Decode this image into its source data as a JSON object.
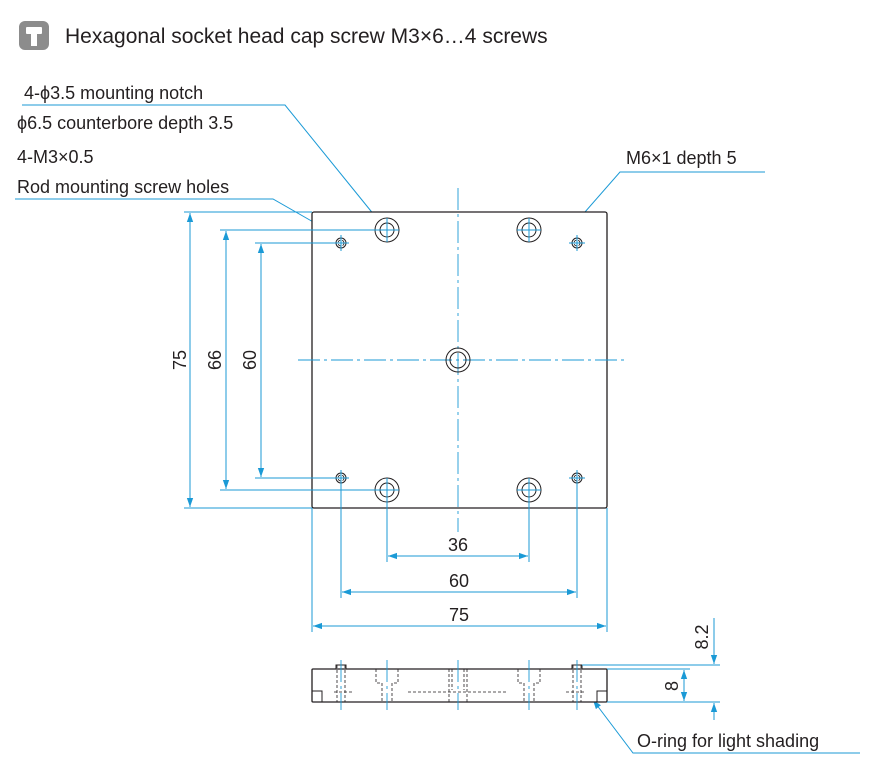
{
  "header": {
    "icon": "screw-icon",
    "title": "Hexagonal socket head cap screw M3×6…4 screws"
  },
  "callouts": {
    "mounting_notch_line1": "4-ϕ3.5 mounting notch",
    "mounting_notch_line2": "ϕ6.5 counterbore depth 3.5",
    "rod_holes_line1": "4-M3×0.5",
    "rod_holes_line2": "Rod mounting screw holes",
    "center_thread": "M6×1  depth 5",
    "oring": "O-ring for light shading"
  },
  "dimensions": {
    "height_outer": "75",
    "height_screw": "66",
    "height_notch": "60",
    "width_notch": "36",
    "width_screw": "60",
    "width_outer": "75",
    "side_total": "8.2",
    "side_plate": "8"
  },
  "colors": {
    "dimension_line": "#1b9ad6",
    "outline": "#231f20",
    "icon_bg": "#8c8c8c"
  }
}
